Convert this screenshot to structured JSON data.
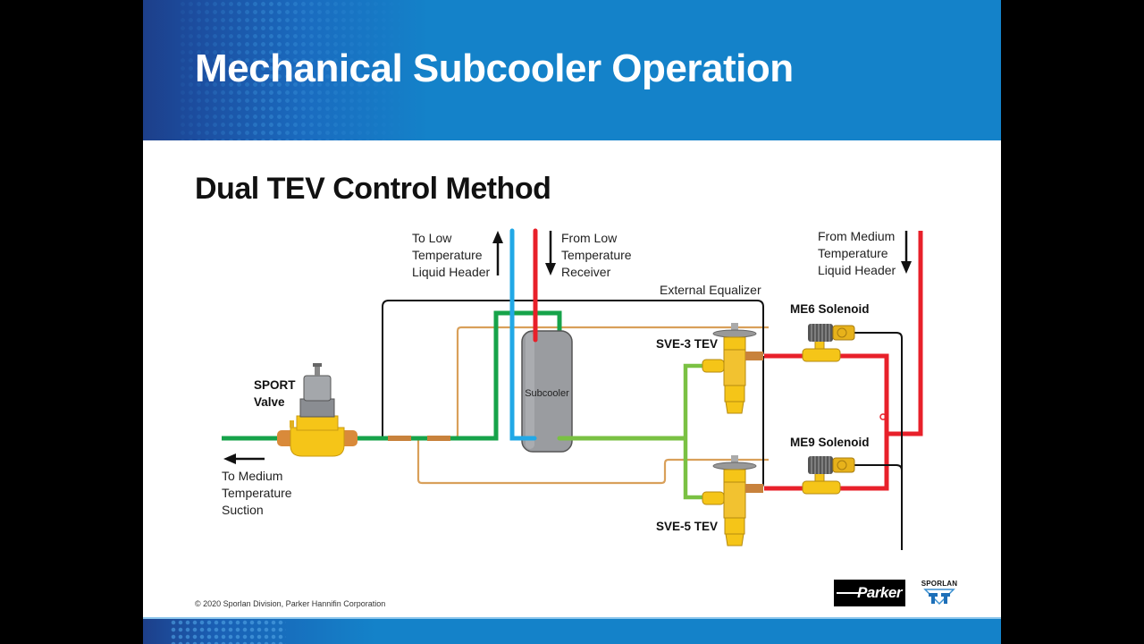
{
  "header": {
    "title": "Mechanical Subcooler Operation"
  },
  "subtitle": "Dual TEV Control Method",
  "labels": {
    "to_low_temp": [
      "To Low",
      "Temperature",
      "Liquid Header"
    ],
    "from_low_temp": [
      "From Low",
      "Temperature",
      "Receiver"
    ],
    "from_medium_temp": [
      "From Medium",
      "Temperature",
      "Liquid Header"
    ],
    "external_equalizer": "External Equalizer",
    "me6_solenoid": "ME6 Solenoid",
    "me9_solenoid": "ME9 Solenoid",
    "sve3_tev": "SVE-3 TEV",
    "sve5_tev": "SVE-5 TEV",
    "sport_valve": [
      "SPORT",
      "Valve"
    ],
    "subcooler": "Subcooler",
    "to_medium_suction": [
      "To Medium",
      "Temperature",
      "Suction"
    ]
  },
  "colors": {
    "header_blue": "#1482c9",
    "suction_green": "#16a34a",
    "evap_green": "#7ac143",
    "liquid_red": "#e8202a",
    "low_temp_blue": "#22a8e6",
    "bulb_orange": "#d9a05a",
    "brass": "#f2c230"
  },
  "footer": {
    "copyright": "© 2020 Sporlan Division, Parker Hannifin Corporation",
    "parker_logo": "Parker",
    "sporlan_logo": "SPORLAN"
  }
}
